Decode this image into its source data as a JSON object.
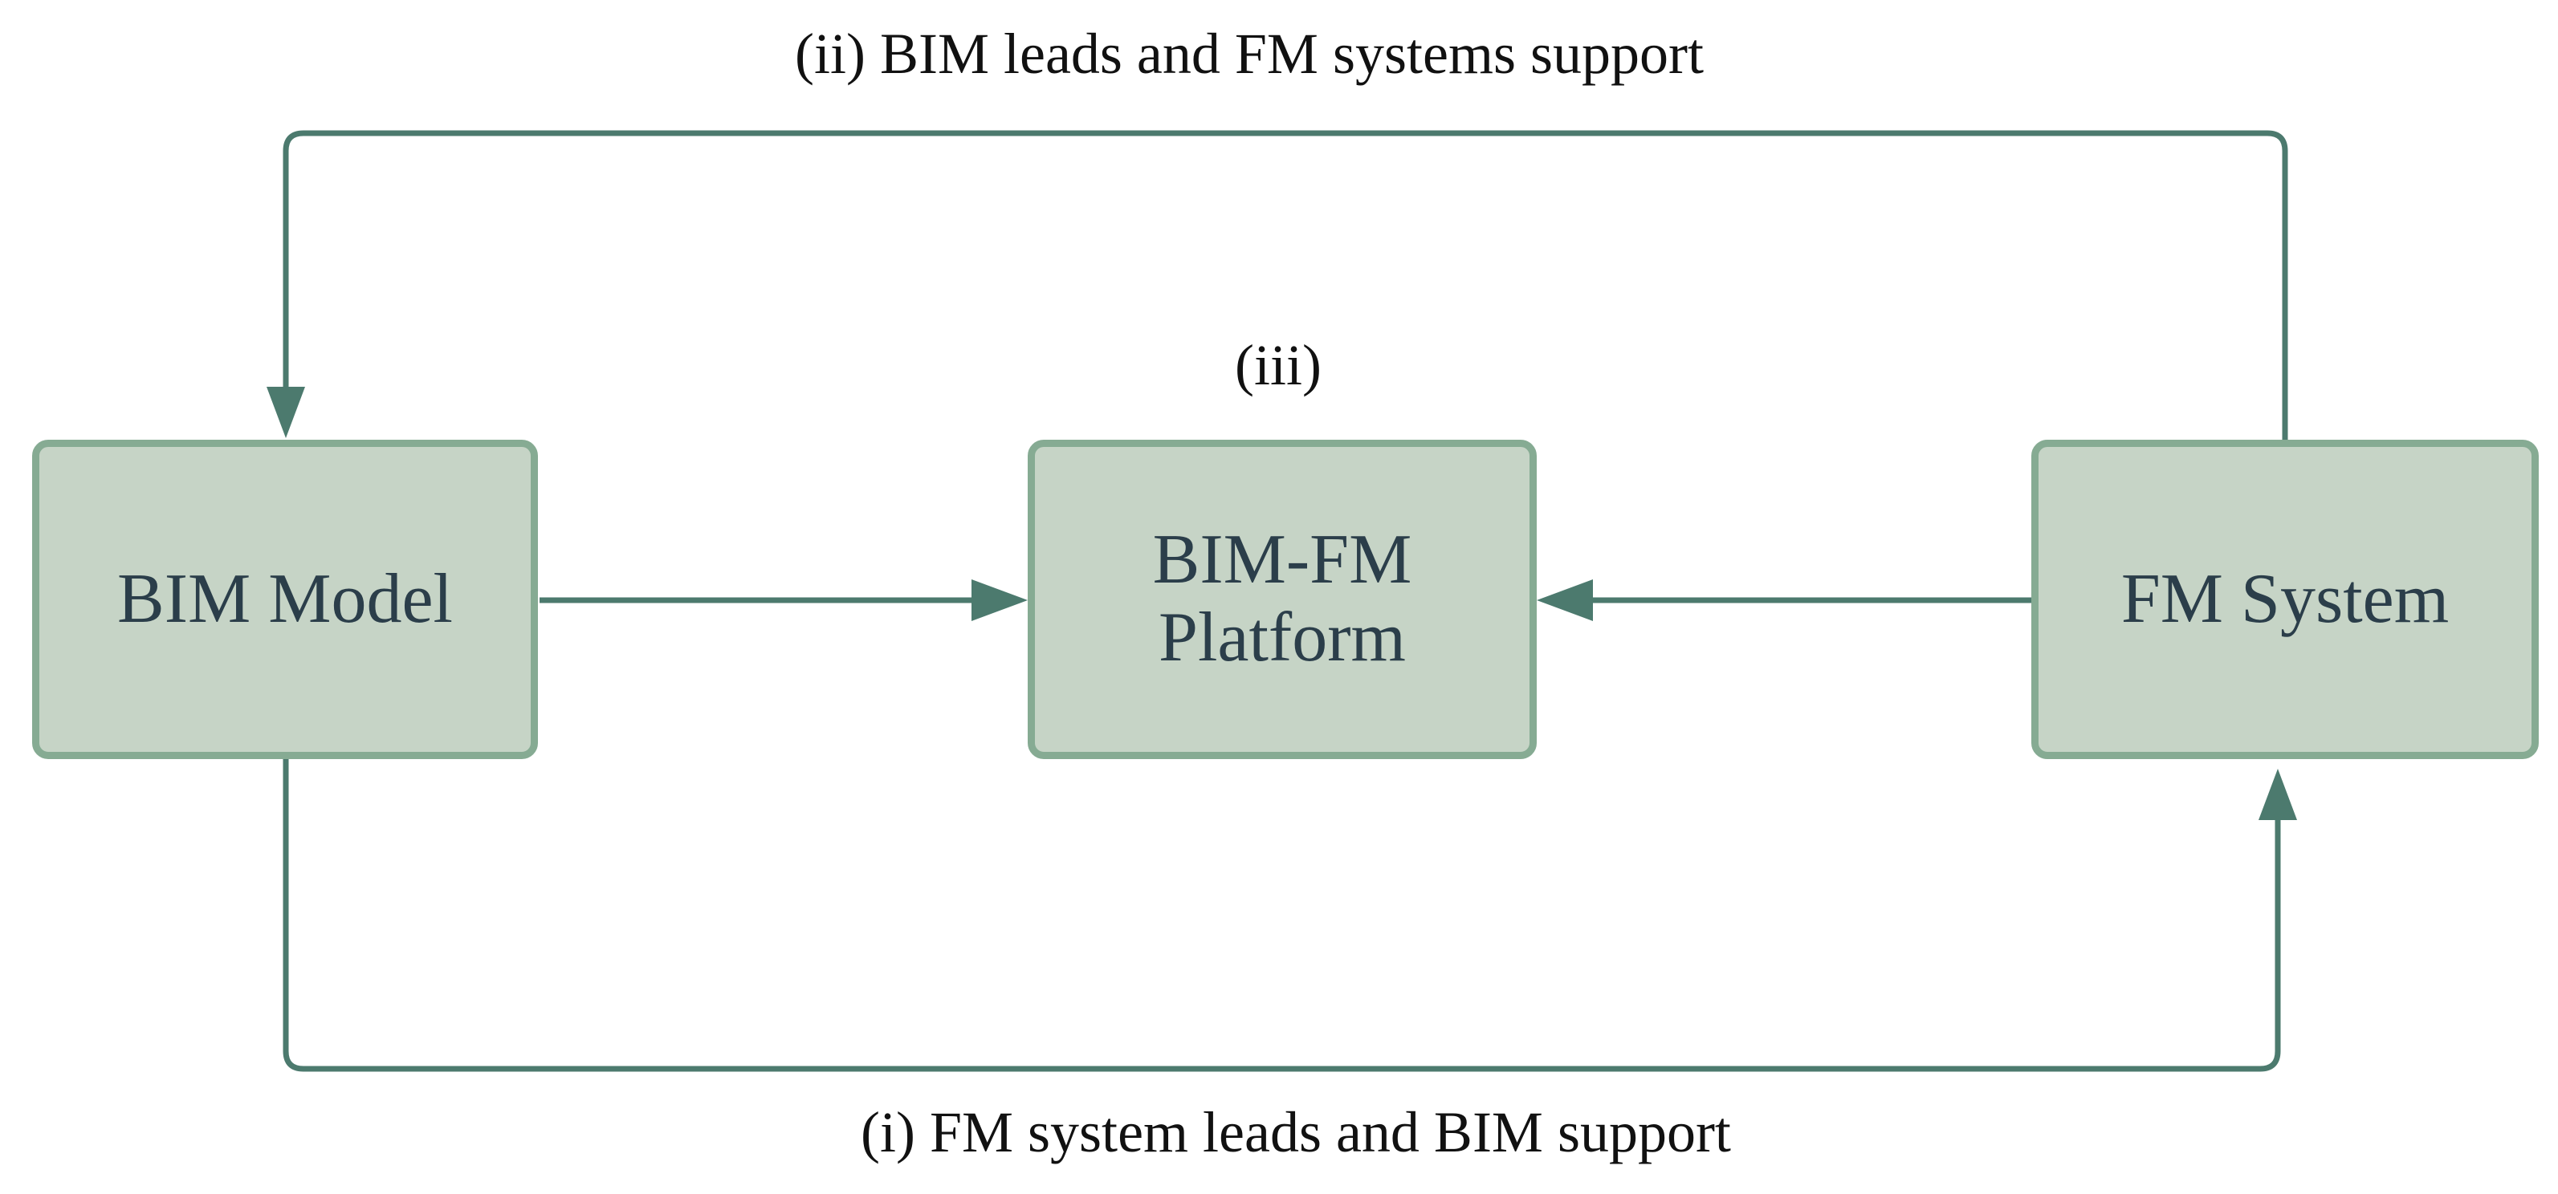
{
  "nodes": {
    "bim_model": {
      "label": "BIM Model"
    },
    "platform": {
      "label": "BIM-FM\nPlatform"
    },
    "fm_system": {
      "label": "FM System"
    }
  },
  "labels": {
    "top_loop": "(ii) BIM leads and FM systems support",
    "platform_marker": "(iii)",
    "bottom_loop": "(i) FM system leads and BIM support"
  },
  "colors": {
    "connector": "#4c7a6e",
    "node_fill": "#c6d4c6",
    "node_border": "#86ab93",
    "node_text": "#2b3e4a"
  }
}
